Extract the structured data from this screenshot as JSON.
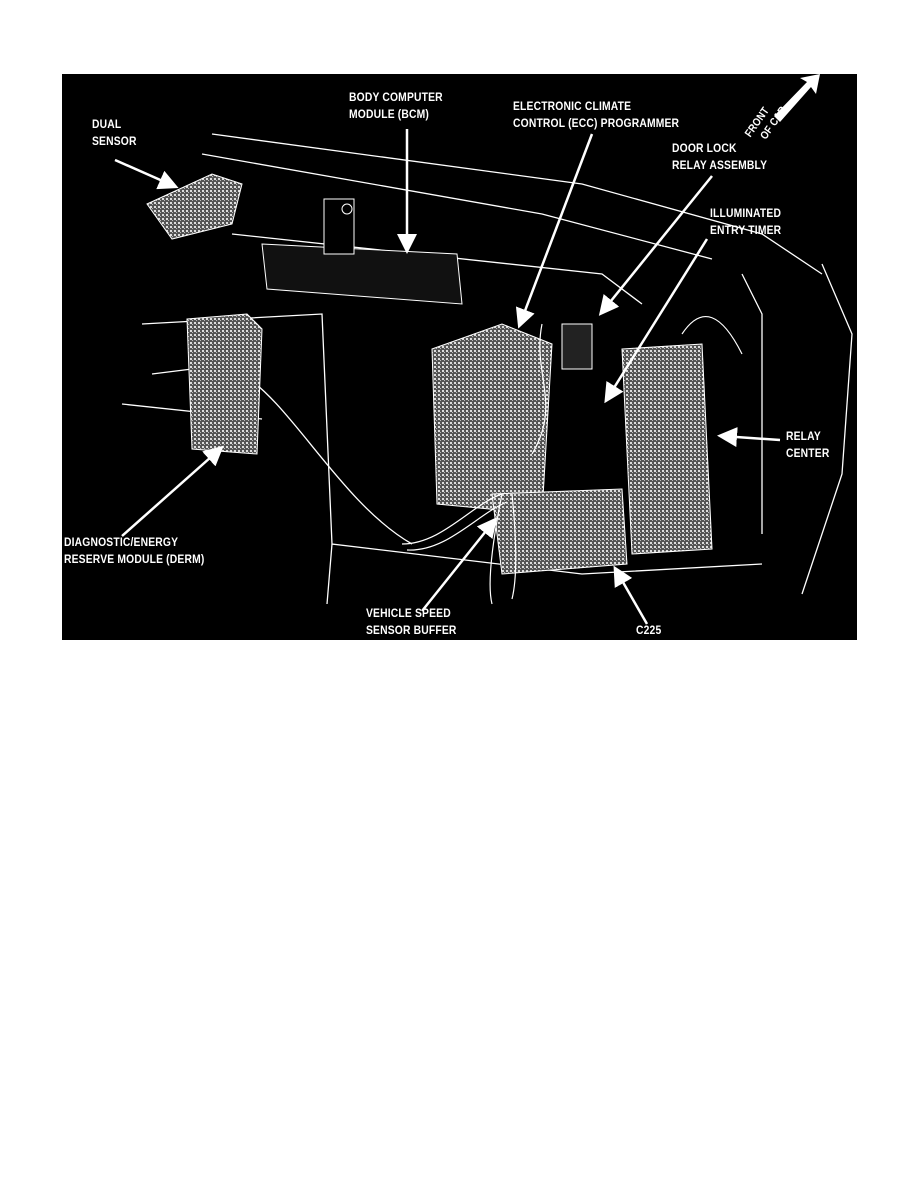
{
  "figure": {
    "labels": {
      "dual_sensor": [
        "DUAL",
        "SENSOR"
      ],
      "bcm": [
        "BODY COMPUTER",
        "MODULE (BCM)"
      ],
      "ecc": [
        "ELECTRONIC CLIMATE",
        "CONTROL (ECC) PROGRAMMER"
      ],
      "door_lock": [
        "DOOR LOCK",
        "RELAY ASSEMBLY"
      ],
      "entry_timer": [
        "ILLUMINATED",
        "ENTRY TIMER"
      ],
      "front_of_car": [
        "FRONT",
        "OF CAR"
      ],
      "relay_center": [
        "RELAY",
        "CENTER"
      ],
      "derm": [
        "DIAGNOSTIC/ENERGY",
        "RESERVE MODULE (DERM)"
      ],
      "vss_buffer": [
        "VEHICLE SPEED",
        "SENSOR BUFFER"
      ],
      "c225": [
        "C225"
      ]
    },
    "colors": {
      "background": "#000000",
      "ink": "#ffffff",
      "shading": "#9a9a9a"
    }
  }
}
